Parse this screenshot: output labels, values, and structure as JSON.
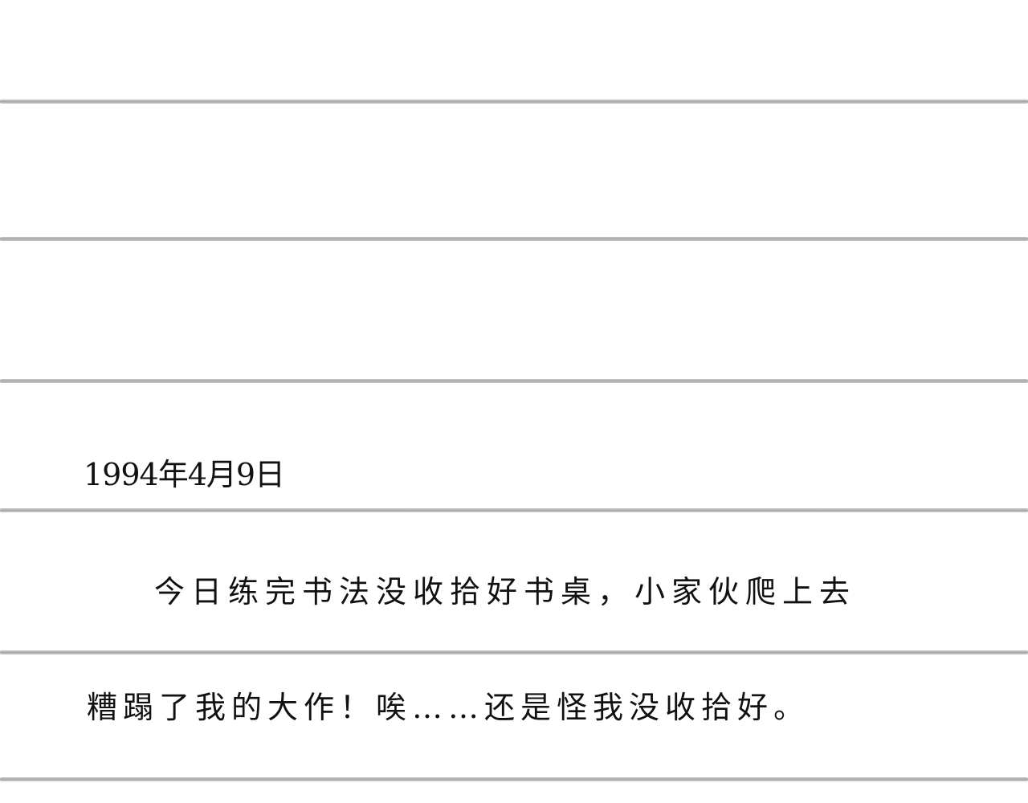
{
  "diary": {
    "date": "1994年4月9日",
    "lines": [
      "今日练完书法没收拾好书桌，小家伙爬上去",
      "糟蹋了我的大作！唉……还是怪我没收拾好。"
    ]
  }
}
